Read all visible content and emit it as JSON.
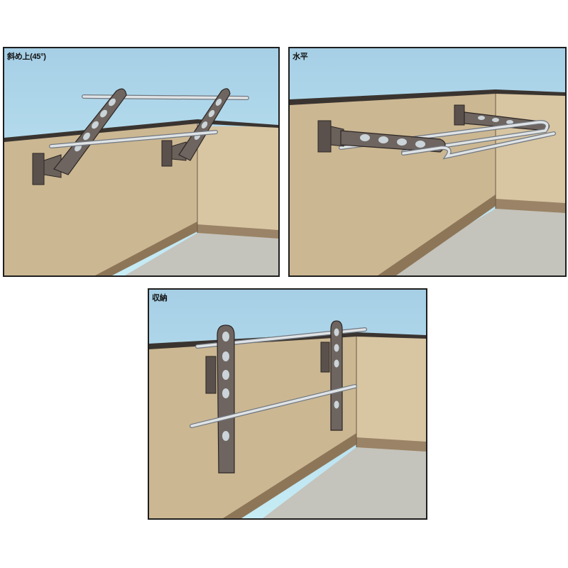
{
  "panels": [
    {
      "label": "斜め上(45°)"
    },
    {
      "label": "水平"
    },
    {
      "label": "収納"
    }
  ],
  "colors": {
    "sky": "#a9d8ea",
    "wall": "#cdb995",
    "wall_side": "#d6c3a0",
    "floor": "#c4c2bb",
    "bracket": "#5e5550",
    "pole": "#d2d6d8",
    "outline": "#1e1e1e"
  }
}
